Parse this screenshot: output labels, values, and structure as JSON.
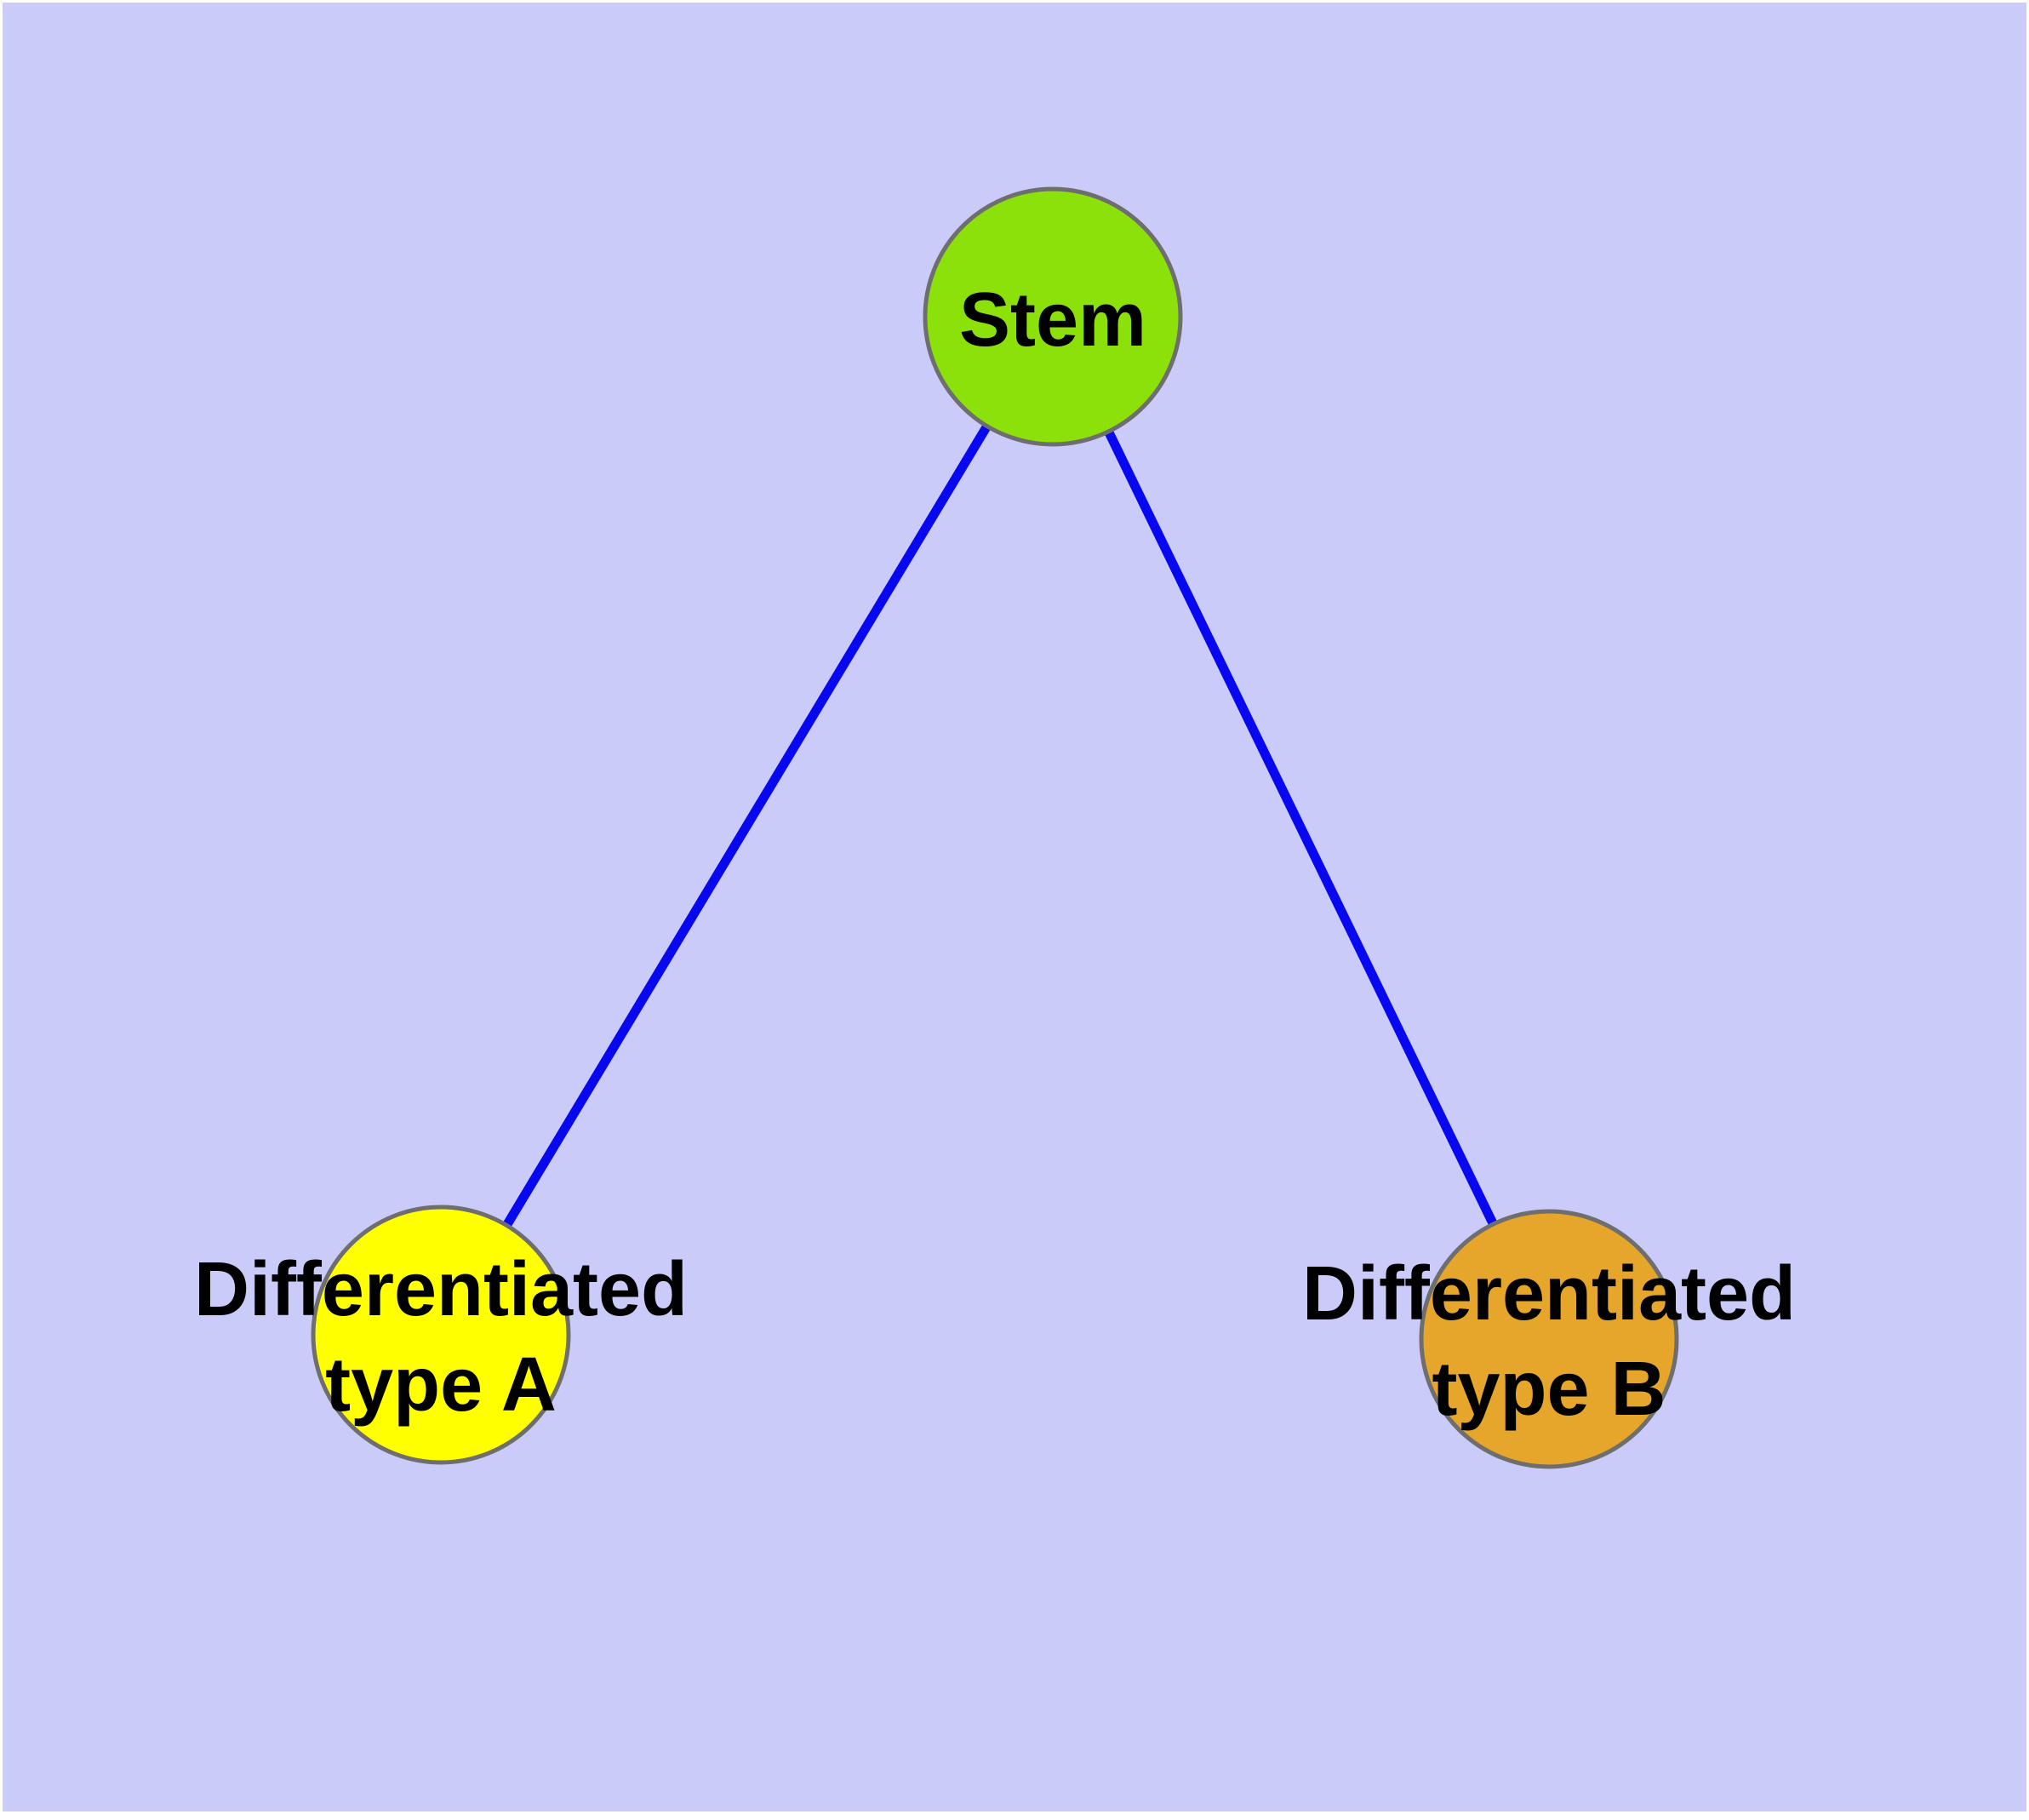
{
  "figure": {
    "type": "node_link_diagram",
    "background_color": "#CBCBFA",
    "edge_color": "#0808F0",
    "node_border_color": "#6E6E6E",
    "label_color": "#000000",
    "nodes": [
      {
        "id": "stem",
        "label": "Stem",
        "label_line1": "Stem",
        "label_line2": "",
        "color": "#8CE10A"
      },
      {
        "id": "typeA",
        "label": "Differentiated type A",
        "label_line1": "Differentiated",
        "label_line2": "type A",
        "color": "#FFFF00"
      },
      {
        "id": "typeB",
        "label": "Differentiated type B",
        "label_line1": "Differentiated",
        "label_line2": "type B",
        "color": "#E6A52B"
      }
    ],
    "edges": [
      {
        "source": "stem",
        "target": "typeA"
      },
      {
        "source": "stem",
        "target": "typeB"
      }
    ]
  }
}
